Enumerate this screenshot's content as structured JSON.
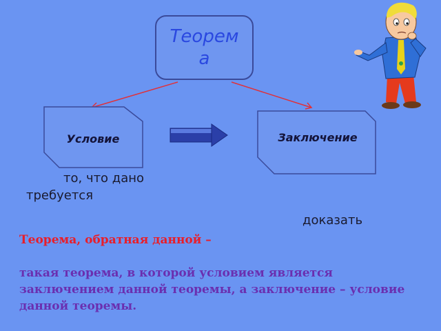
{
  "diagram": {
    "theorem": "Теорема",
    "condition": "Условие",
    "conclusion": "Заключение",
    "given_caption": "то, что дано",
    "required_caption": "требуется",
    "prove_caption": "доказать"
  },
  "definition": {
    "title": "Теорема, обратная данной –",
    "body": "такая теорема, в которой условием является заключением данной теоремы, а заключение – условие данной теоремы."
  },
  "colors": {
    "background": "#6a94f2",
    "connector": "#e0313a",
    "title_red": "#e81e2a",
    "definition_purple": "#6a2fb0",
    "theorem_blue": "#2a48e0"
  },
  "illustration": {
    "icon": "thinking-man-clipart"
  }
}
